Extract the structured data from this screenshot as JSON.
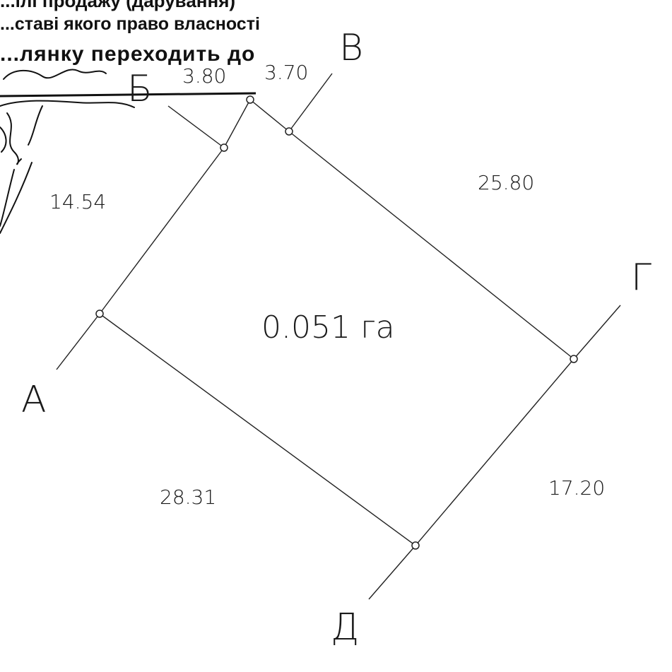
{
  "document_text": {
    "line1": "...ілі продажу (дарування)",
    "line2": "...ставі якого право власності",
    "line3": "...лянку переходить до"
  },
  "signature": {
    "description": "handwritten signature over text"
  },
  "plot": {
    "area_label": "0.051 га",
    "vertices": [
      "А",
      "Б",
      "В",
      "Г",
      "Д"
    ],
    "dimensions": {
      "a_b": "14.54",
      "b_top": "3.80",
      "top_v": "3.70",
      "v_g": "25.80",
      "g_d": "17.20",
      "d_a": "28.31"
    }
  }
}
